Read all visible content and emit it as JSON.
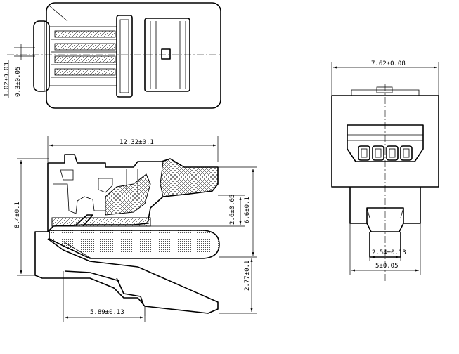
{
  "drawing": {
    "top_view": {
      "dim_a": "1.02±0.03",
      "dim_b": "0.3±0.05"
    },
    "side_view": {
      "length": "12.32±0.1",
      "height": "8.4±0.1",
      "contact_height": "2.6±0.05",
      "body_height": "6.6±0.1",
      "latch_height": "2.77±0.1",
      "latch_length": "5.89±0.13"
    },
    "front_view": {
      "width": "7.62±0.08",
      "pitch": "2.54±0.13",
      "latch_width": "5±0.05"
    },
    "colors": {
      "line": "#000000",
      "background": "#ffffff"
    }
  }
}
